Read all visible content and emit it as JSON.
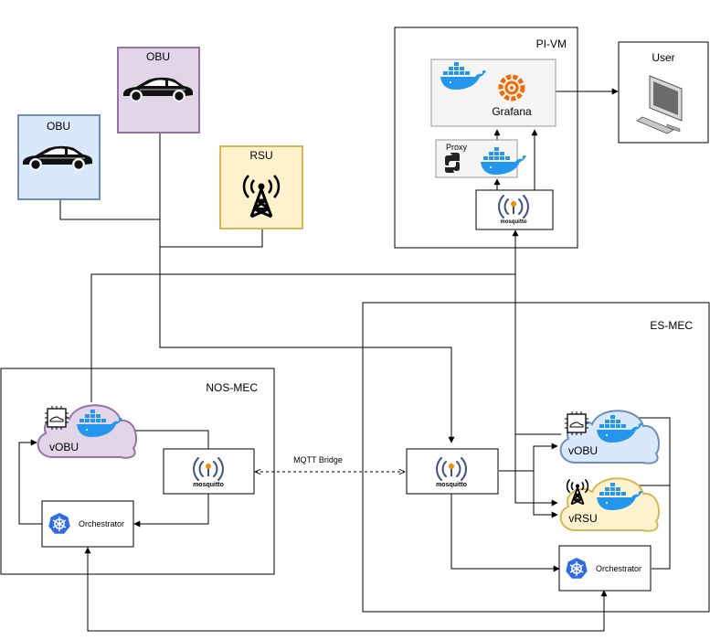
{
  "colors": {
    "obu_purple_fill": "#e1d5e7",
    "obu_purple_stroke": "#9673a6",
    "obu_blue_fill": "#dae8fc",
    "obu_blue_stroke": "#6c8ebf",
    "rsu_fill": "#fff2cc",
    "rsu_stroke": "#d6b656",
    "docker_blue": "#2496ed",
    "kubernetes_blue": "#326ce5",
    "grafana_orange": "#f46800",
    "mosquitto_dark": "#3c5280"
  },
  "obu_top": {
    "label": "OBU",
    "icon": "sports-car-icon"
  },
  "obu_left": {
    "label": "OBU",
    "icon": "sports-car-icon"
  },
  "rsu": {
    "label": "RSU",
    "icon": "radio-tower-icon"
  },
  "pi_vm": {
    "label": "PI-VM",
    "grafana_label": "Grafana",
    "proxy_label": "Proxy",
    "mosquitto_label": "mosquitto"
  },
  "user": {
    "label": "User",
    "icon": "desktop-computer-icon"
  },
  "nos_mec": {
    "label": "NOS-MEC",
    "vobu_label": "vOBU",
    "orchestrator_label": "Orchestrator",
    "mosquitto_label": "mosquitto"
  },
  "es_mec": {
    "label": "ES-MEC",
    "vobu_label": "vOBU",
    "vrsu_label": "vRSU",
    "orchestrator_label": "Orchestrator",
    "mosquitto_label": "mosquitto"
  },
  "bridge": {
    "label": "MQTT Bridge"
  }
}
